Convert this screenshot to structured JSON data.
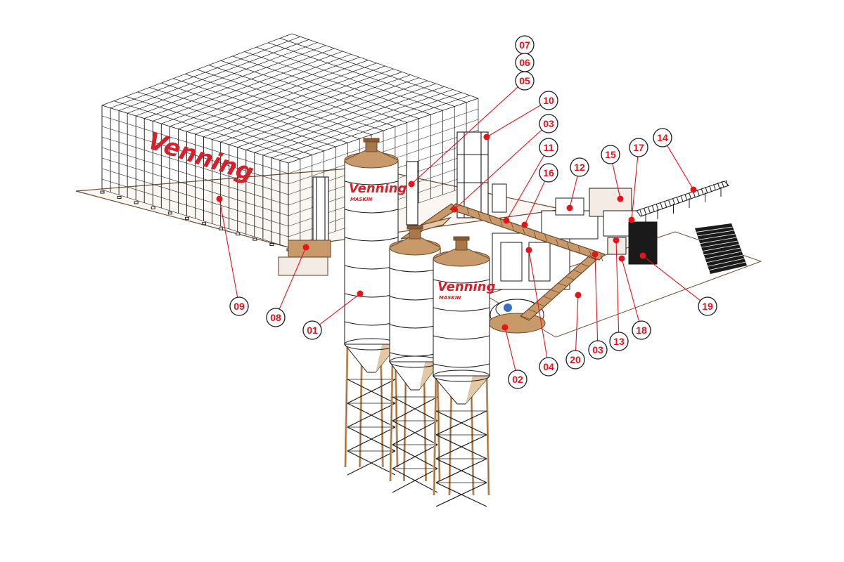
{
  "colors": {
    "callout": "#e8121b",
    "line": "#1a1a1a",
    "tan": "#c89a6a",
    "brown": "#8a5a32",
    "silo": "#ffffff"
  },
  "brand": {
    "warehouse_logo": "Venning",
    "silo_logo": "Venning",
    "silo_sub": "MASKIN"
  },
  "callouts": [
    {
      "id": "07",
      "label": "07"
    },
    {
      "id": "06",
      "label": "06"
    },
    {
      "id": "05",
      "label": "05"
    },
    {
      "id": "10",
      "label": "10"
    },
    {
      "id": "03a",
      "label": "03"
    },
    {
      "id": "11",
      "label": "11"
    },
    {
      "id": "12",
      "label": "12"
    },
    {
      "id": "16",
      "label": "16"
    },
    {
      "id": "15",
      "label": "15"
    },
    {
      "id": "17",
      "label": "17"
    },
    {
      "id": "14",
      "label": "14"
    },
    {
      "id": "09",
      "label": "09"
    },
    {
      "id": "08",
      "label": "08"
    },
    {
      "id": "01",
      "label": "01"
    },
    {
      "id": "02",
      "label": "02"
    },
    {
      "id": "04",
      "label": "04"
    },
    {
      "id": "20",
      "label": "20"
    },
    {
      "id": "03b",
      "label": "03"
    },
    {
      "id": "13",
      "label": "13"
    },
    {
      "id": "18",
      "label": "18"
    },
    {
      "id": "19",
      "label": "19"
    }
  ]
}
